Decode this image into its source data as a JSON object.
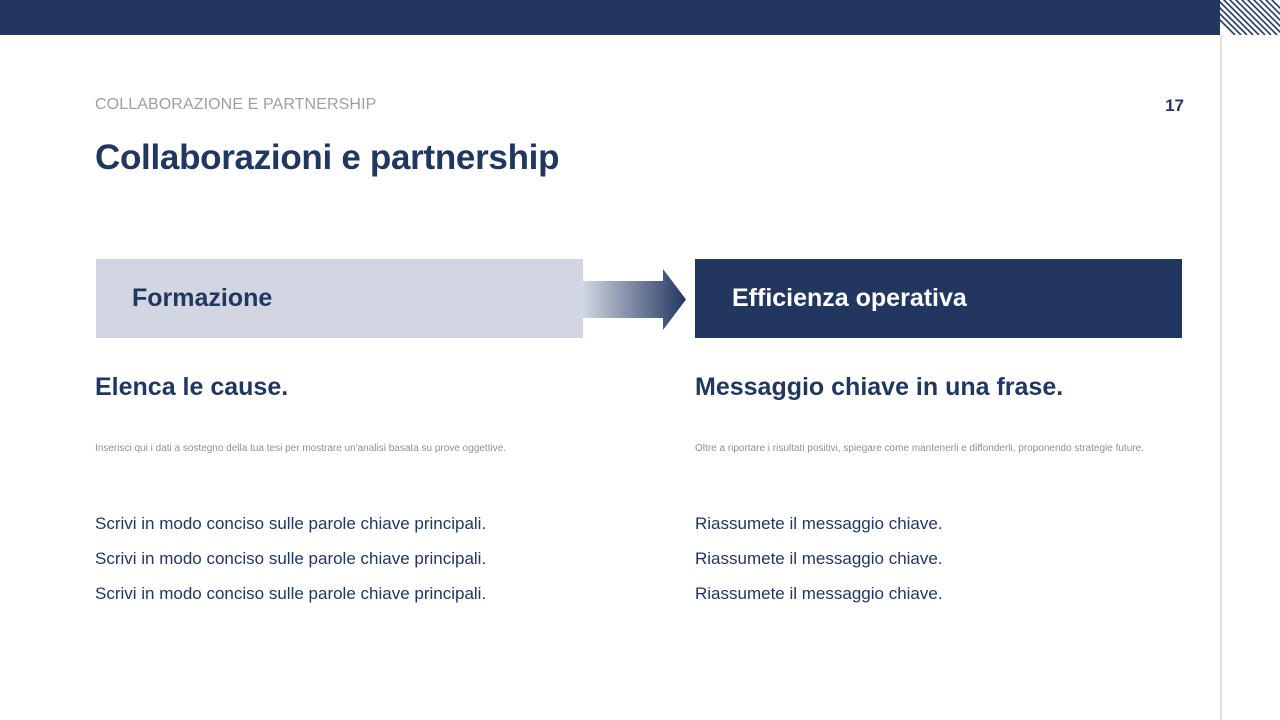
{
  "header": {
    "section_label": "COLLABORAZIONE E PARTNERSHIP",
    "page_number": "17",
    "title": "Collaborazioni e partnership"
  },
  "flow": {
    "left_box": "Formazione",
    "right_box": "Efficienza operativa"
  },
  "left_column": {
    "heading": "Elenca le cause.",
    "description": "Inserisci qui i dati a sostegno della tua tesi per mostrare un'analisi basata su prove oggettive.",
    "items": [
      "Scrivi in modo conciso sulle parole chiave principali.",
      "Scrivi in modo conciso sulle parole chiave principali.",
      "Scrivi in modo conciso sulle parole chiave principali."
    ]
  },
  "right_column": {
    "heading": "Messaggio chiave in una frase.",
    "description": "Oltre a riportare i risultati positivi, spiegare come mantenerli e diffonderli, proponendo strategie future.",
    "items": [
      "Riassumete il messaggio chiave.",
      "Riassumete il messaggio chiave.",
      "Riassumete il messaggio chiave."
    ]
  },
  "colors": {
    "primary": "#213760",
    "light_box": "#d1d6e2",
    "muted_text": "#9a9fac"
  }
}
